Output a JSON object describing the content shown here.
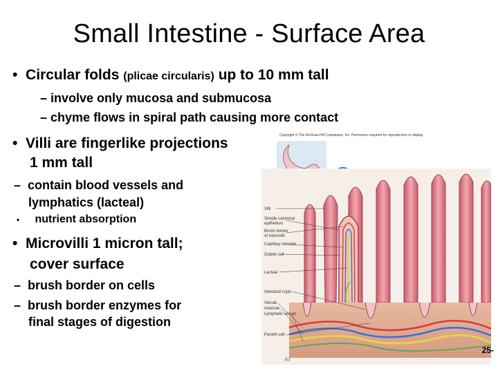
{
  "slide": {
    "title": "Small Intestine - Surface Area",
    "bullets": {
      "b1_marker": "•",
      "b1_text_a": "Circular folds ",
      "b1_text_small": "(plicae circularis)",
      "b1_text_b": " up to 10 mm tall",
      "b1_sub1_marker": "–",
      "b1_sub1": "involve only mucosa and submucosa",
      "b1_sub2_marker": "–",
      "b1_sub2": "chyme flows in spiral path causing more contact",
      "b2_marker": "•",
      "b2_line1": "Villi are fingerlike projections",
      "b2_line2": "1 mm tall",
      "b2_sub1_marker": "–",
      "b2_sub1_line1": "contain blood vessels and",
      "b2_sub1_line2": "lymphatics (lacteal)",
      "b2_sub2_marker": "•",
      "b2_sub2": "nutrient absorption",
      "b3_marker": "•",
      "b3_line1": "Microvilli 1 micron tall;",
      "b3_line2": "cover surface",
      "b3_sub1_marker": "–",
      "b3_sub1": "brush border on cells",
      "b3_sub2_marker": "–",
      "b3_sub2_line1": "brush border enzymes for",
      "b3_sub2_line2": "final stages of digestion"
    },
    "page_number": "25-"
  },
  "figure": {
    "copyright": "Copyright © The McGraw-Hill Companies, Inc. Permission required for reproduction or display.",
    "part_label": "(c)",
    "labels": {
      "villi": "Villi",
      "simple_columnar_1": "Simple columnar",
      "simple_columnar_2": "epithelium",
      "brush_border_1": "Brush border",
      "brush_border_2": "of microvilli",
      "capillary": "Capillary network",
      "goblet": "Goblet cell",
      "lacteal": "Lacteal",
      "crypt": "Intestinal crypt",
      "venule": "Venule",
      "arteriole": "Arteriole",
      "lymphatic": "Lymphatic vessel",
      "paneth": "Paneth cell"
    }
  }
}
